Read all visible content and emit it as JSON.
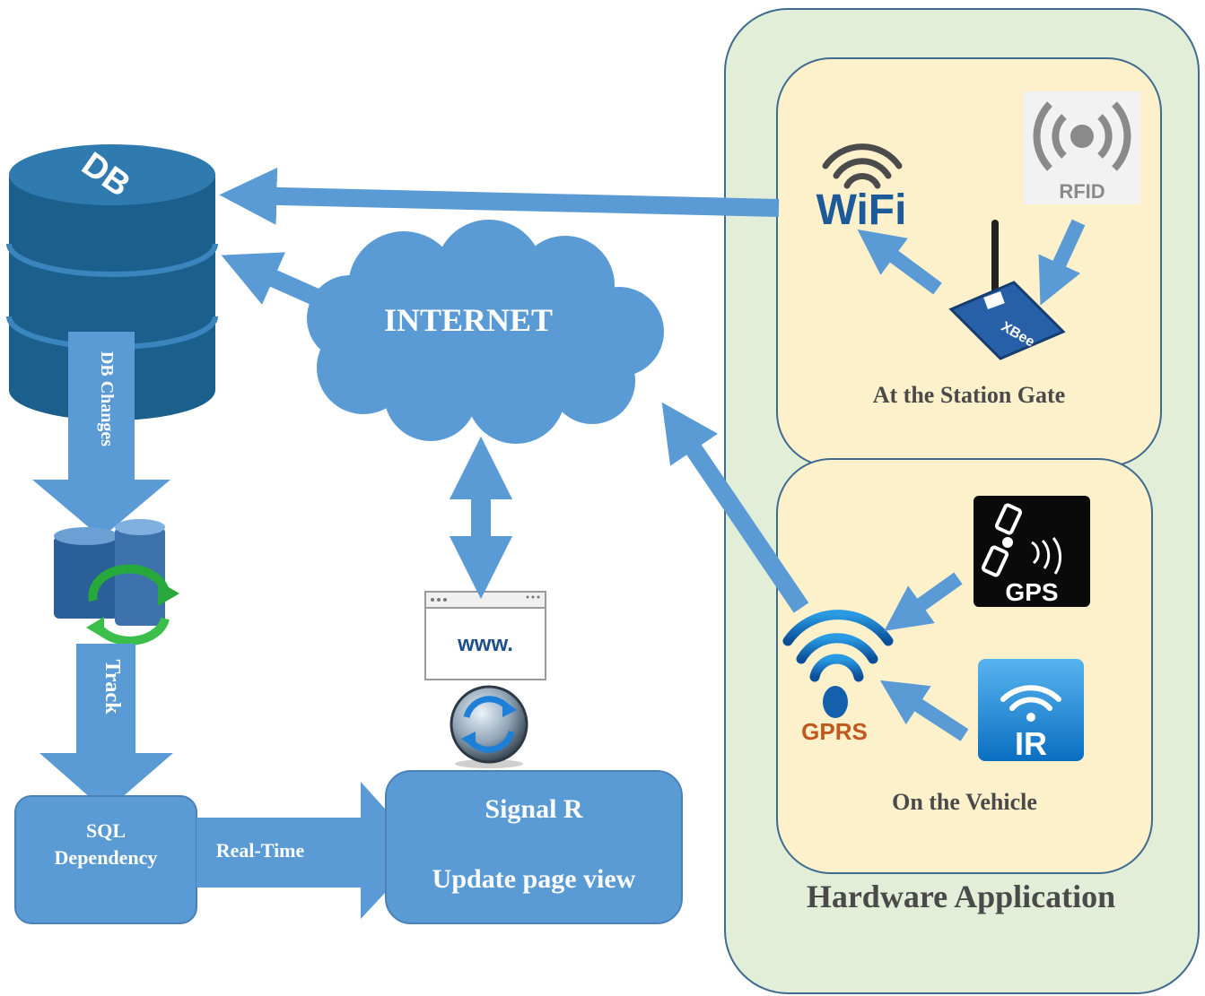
{
  "colors": {
    "arrow": "#5b9bd5",
    "box": "#5b9bd5",
    "box_stroke": "#4a82b8",
    "panel_outer": "#e2eed8",
    "panel_outer_stroke": "#3f6b8f",
    "panel_inner": "#fdf1cc",
    "db_top": "#2f7bb0",
    "db_body": "#1b5f8c",
    "text_dark": "#4a4a4a",
    "text_white": "#ffffff"
  },
  "database": {
    "label": "DB",
    "icon": "database-icon"
  },
  "flow_labels": {
    "db_changes": "DB Changes",
    "track": "Track",
    "real_time": "Real-Time"
  },
  "sql_box": {
    "line1": "SQL",
    "line2": "Dependency"
  },
  "signalr_box": {
    "title": "Signal R",
    "subtitle": "Update page view"
  },
  "cloud": {
    "label": "INTERNET",
    "icon": "cloud-icon"
  },
  "browser": {
    "label": "www.",
    "icon": "browser-window-icon"
  },
  "refresh_icon": "refresh-icon",
  "sync_db_icon": "database-sync-icon",
  "hardware": {
    "title": "Hardware Application",
    "station": {
      "caption": "At the Station Gate",
      "wifi_label": "WiFi",
      "rfid_label": "RFID",
      "xbee_label": "XBee"
    },
    "vehicle": {
      "caption": "On the Vehicle",
      "gprs_label": "GPRS",
      "gps_label": "GPS",
      "ir_label": "IR"
    }
  }
}
